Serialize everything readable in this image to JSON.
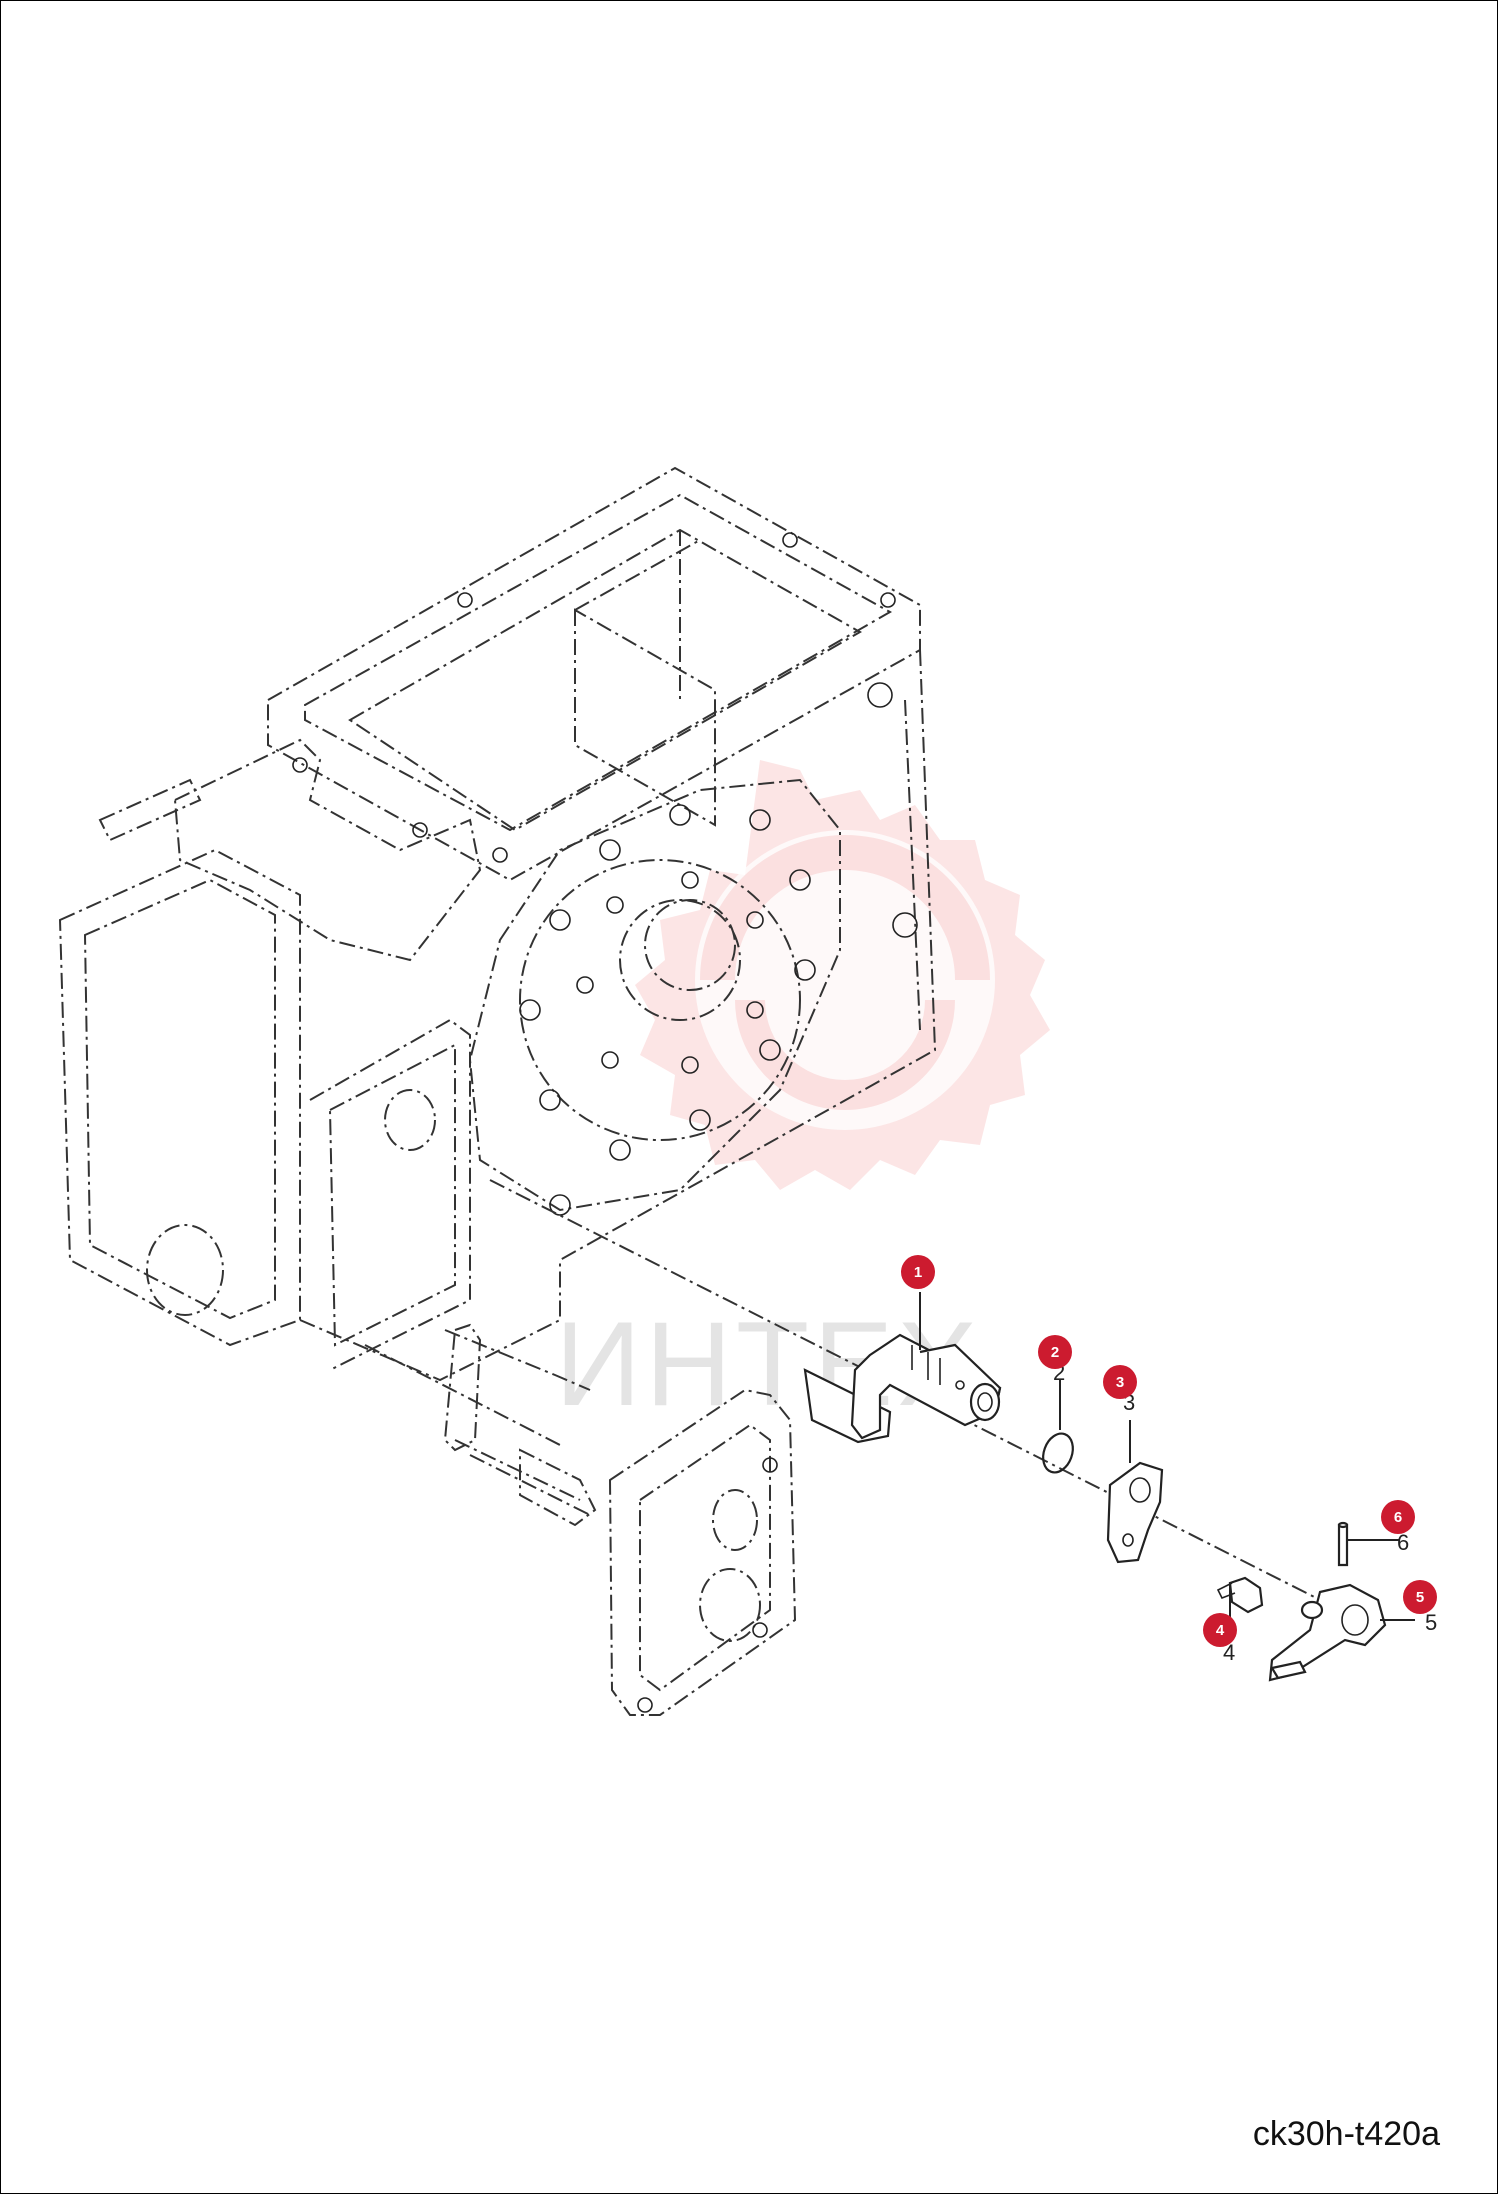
{
  "watermark": {
    "text": "ИНТЕХ",
    "color": "#f08a8a"
  },
  "callouts": [
    {
      "id": "1",
      "label": "1"
    },
    {
      "id": "2",
      "label": "2"
    },
    {
      "id": "3",
      "label": "3"
    },
    {
      "id": "4",
      "label": "4"
    },
    {
      "id": "5",
      "label": "5"
    },
    {
      "id": "6",
      "label": "6"
    }
  ],
  "badge_color": "#cc1b2f",
  "reference_code": "ck30h-t420a"
}
